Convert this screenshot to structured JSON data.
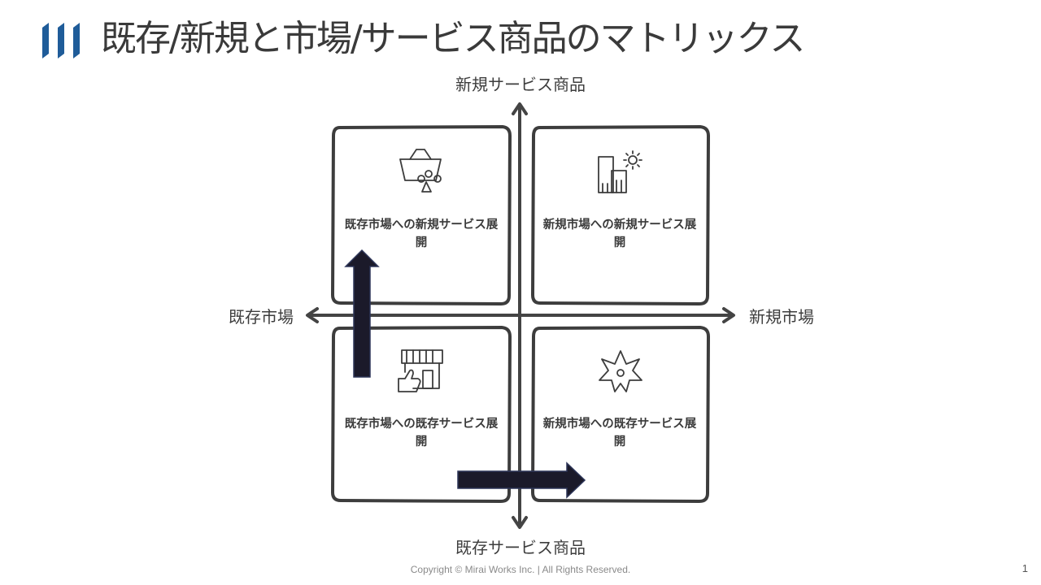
{
  "slide": {
    "title": "既存/新規と市場/サービス商品のマトリックス",
    "brand_color": "#1f5c99",
    "footer": "Copyright © Mirai Works Inc.  |  All Rights Reserved.",
    "page_number": "1"
  },
  "axes": {
    "top": "新規サービス商品",
    "bottom": "既存サービス商品",
    "left": "既存市場",
    "right": "新規市場"
  },
  "quadrants": {
    "top_left": {
      "label": "既存市場への新規サービス展開",
      "icon": "basket-icon"
    },
    "top_right": {
      "label": "新規市場への新規サービス展開",
      "icon": "building-sun-icon"
    },
    "bottom_left": {
      "label": "既存市場への既存サービス展開",
      "icon": "store-thumbs-up-icon"
    },
    "bottom_right": {
      "label": "新規市場への既存サービス展開",
      "icon": "star-burst-icon"
    }
  },
  "arrows": [
    {
      "from": "既存市場への既存サービス展開",
      "to": "既存市場への新規サービス展開",
      "color": "#1b1a2a"
    },
    {
      "from": "既存市場への既存サービス展開",
      "to": "新規市場への既存サービス展開",
      "color": "#1b1a2a"
    }
  ]
}
